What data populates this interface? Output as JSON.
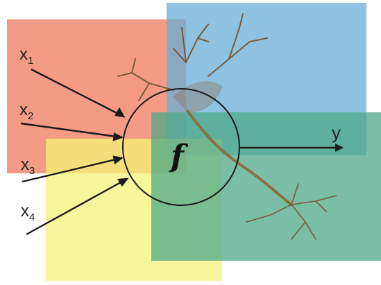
{
  "diagram": {
    "inputs": [
      {
        "name": "x",
        "sub": "1"
      },
      {
        "name": "x",
        "sub": "2"
      },
      {
        "name": "x",
        "sub": "3"
      },
      {
        "name": "x",
        "sub": "4"
      }
    ],
    "function_symbol": "f",
    "output_label": "y",
    "colors": {
      "red_region": "#f07a5c",
      "blue_region": "#6aaed6",
      "yellow_region": "#f6f37a",
      "green_region": "#4fa88a",
      "neuron": "#7a5a3c",
      "arrows": "#1a1a1a"
    }
  }
}
